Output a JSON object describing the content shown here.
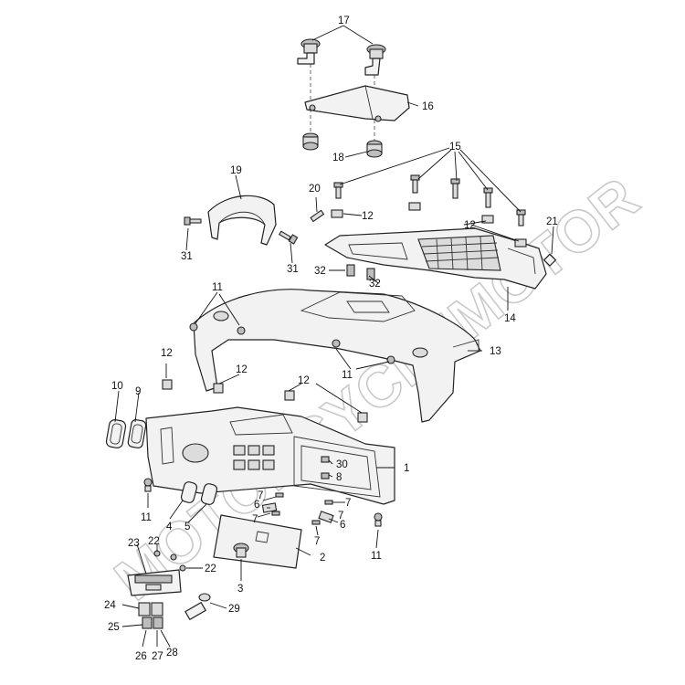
{
  "watermark": {
    "text": "MOTORCYCLEMOTOR"
  },
  "callouts": [
    {
      "id": "c1",
      "text": "1"
    },
    {
      "id": "c2",
      "text": "2"
    },
    {
      "id": "c3",
      "text": "3"
    },
    {
      "id": "c4",
      "text": "4"
    },
    {
      "id": "c5",
      "text": "5"
    },
    {
      "id": "c6a",
      "text": "6"
    },
    {
      "id": "c6b",
      "text": "6"
    },
    {
      "id": "c7a",
      "text": "7"
    },
    {
      "id": "c7b",
      "text": "7"
    },
    {
      "id": "c7c",
      "text": "7"
    },
    {
      "id": "c7d",
      "text": "7"
    },
    {
      "id": "c8",
      "text": "8"
    },
    {
      "id": "c9",
      "text": "9"
    },
    {
      "id": "c10",
      "text": "10"
    },
    {
      "id": "c11a",
      "text": "11"
    },
    {
      "id": "c11b",
      "text": "11"
    },
    {
      "id": "c11c",
      "text": "11"
    },
    {
      "id": "c11d",
      "text": "11"
    },
    {
      "id": "c12a",
      "text": "12"
    },
    {
      "id": "c12b",
      "text": "12"
    },
    {
      "id": "c12c",
      "text": "12"
    },
    {
      "id": "c12d",
      "text": "12"
    },
    {
      "id": "c12e",
      "text": "12"
    },
    {
      "id": "c13",
      "text": "13"
    },
    {
      "id": "c14",
      "text": "14"
    },
    {
      "id": "c15",
      "text": "15"
    },
    {
      "id": "c16",
      "text": "16"
    },
    {
      "id": "c17",
      "text": "17"
    },
    {
      "id": "c18",
      "text": "18"
    },
    {
      "id": "c19",
      "text": "19"
    },
    {
      "id": "c20",
      "text": "20"
    },
    {
      "id": "c21",
      "text": "21"
    },
    {
      "id": "c22a",
      "text": "22"
    },
    {
      "id": "c22b",
      "text": "22"
    },
    {
      "id": "c23",
      "text": "23"
    },
    {
      "id": "c24",
      "text": "24"
    },
    {
      "id": "c25",
      "text": "25"
    },
    {
      "id": "c26",
      "text": "26"
    },
    {
      "id": "c27",
      "text": "27"
    },
    {
      "id": "c28",
      "text": "28"
    },
    {
      "id": "c29",
      "text": "29"
    },
    {
      "id": "c30",
      "text": "30"
    },
    {
      "id": "c31a",
      "text": "31"
    },
    {
      "id": "c31b",
      "text": "31"
    },
    {
      "id": "c32a",
      "text": "32"
    },
    {
      "id": "c32b",
      "text": "32"
    }
  ]
}
